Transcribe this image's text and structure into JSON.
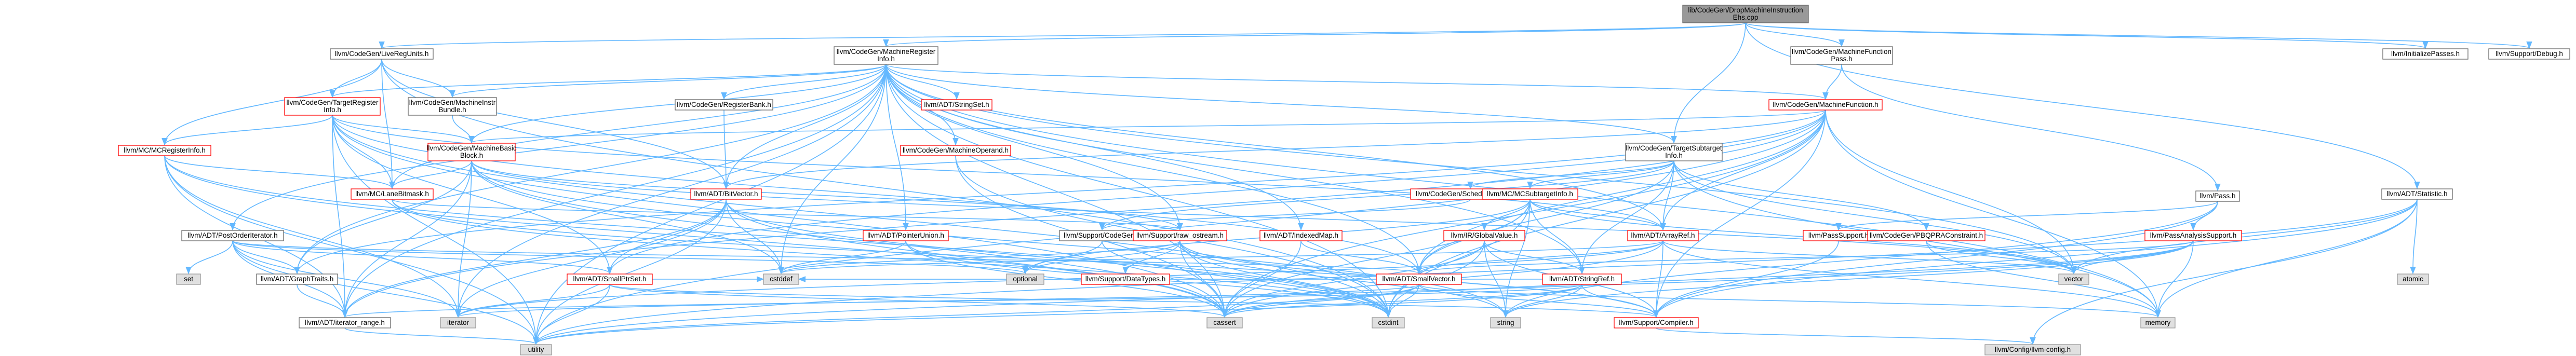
{
  "colors": {
    "root_fill": "#999999",
    "root_stroke": "#666666",
    "red_stroke": "#ff0000",
    "black_stroke": "#666666",
    "gray_fill": "#e0e0e0",
    "gray_stroke": "#999999",
    "node_fill": "#ffffff",
    "edge": "#63b8ff",
    "edge_gray": "#9fb6cd",
    "arrow": "#63b8ff"
  },
  "graph": {
    "nodes": [
      {
        "id": "root",
        "lines": [
          "lib/CodeGen/DropMachineInstruction",
          "Ehs.cpp"
        ],
        "style": "root"
      },
      {
        "id": "liveregunits",
        "lines": [
          "llvm/CodeGen/LiveRegUnits.h"
        ],
        "style": "black"
      },
      {
        "id": "machinereginfo",
        "lines": [
          "llvm/CodeGen/MachineRegister",
          "Info.h"
        ],
        "style": "black"
      },
      {
        "id": "machinefunctionpass",
        "lines": [
          "llvm/CodeGen/MachineFunction",
          "Pass.h"
        ],
        "style": "black"
      },
      {
        "id": "initializepasses",
        "lines": [
          "llvm/InitializePasses.h"
        ],
        "style": "black"
      },
      {
        "id": "debug",
        "lines": [
          "llvm/Support/Debug.h"
        ],
        "style": "black"
      },
      {
        "id": "targetreginfo",
        "lines": [
          "llvm/CodeGen/TargetRegister",
          "Info.h"
        ],
        "style": "red"
      },
      {
        "id": "machineinstrbundle",
        "lines": [
          "llvm/CodeGen/MachineInstr",
          "Bundle.h"
        ],
        "style": "black"
      },
      {
        "id": "registerbank",
        "lines": [
          "llvm/CodeGen/RegisterBank.h"
        ],
        "style": "black"
      },
      {
        "id": "stringset",
        "lines": [
          "llvm/ADT/StringSet.h"
        ],
        "style": "red"
      },
      {
        "id": "machinefunction",
        "lines": [
          "llvm/CodeGen/MachineFunction.h"
        ],
        "style": "red"
      },
      {
        "id": "statistic",
        "lines": [
          "llvm/ADT/Statistic.h"
        ],
        "style": "black"
      },
      {
        "id": "mcreginfo",
        "lines": [
          "llvm/MC/MCRegisterInfo.h"
        ],
        "style": "red"
      },
      {
        "id": "machinebasicblock",
        "lines": [
          "llvm/CodeGen/MachineBasic",
          "Block.h"
        ],
        "style": "red"
      },
      {
        "id": "machineoperand",
        "lines": [
          "llvm/CodeGen/MachineOperand.h"
        ],
        "style": "red"
      },
      {
        "id": "targetsubtarget",
        "lines": [
          "llvm/CodeGen/TargetSubtarget",
          "Info.h"
        ],
        "style": "black"
      },
      {
        "id": "pass",
        "lines": [
          "llvm/Pass.h"
        ],
        "style": "black"
      },
      {
        "id": "lanebitmask",
        "lines": [
          "llvm/MC/LaneBitmask.h"
        ],
        "style": "red"
      },
      {
        "id": "bitvector",
        "lines": [
          "llvm/ADT/BitVector.h"
        ],
        "style": "red"
      },
      {
        "id": "schedulerregistry",
        "lines": [
          "llvm/CodeGen/SchedulerRegistry.h"
        ],
        "style": "red"
      },
      {
        "id": "mcsubtargetinfo",
        "lines": [
          "llvm/MC/MCSubtargetInfo.h"
        ],
        "style": "red"
      },
      {
        "id": "postorderiterator",
        "lines": [
          "llvm/ADT/PostOrderIterator.h"
        ],
        "style": "black"
      },
      {
        "id": "supportcodegen",
        "lines": [
          "llvm/Support/CodeGen.h"
        ],
        "style": "black"
      },
      {
        "id": "pointerunion",
        "lines": [
          "llvm/ADT/PointerUnion.h"
        ],
        "style": "red"
      },
      {
        "id": "rawostream",
        "lines": [
          "llvm/Support/raw_ostream.h"
        ],
        "style": "red"
      },
      {
        "id": "indexedmap",
        "lines": [
          "llvm/ADT/IndexedMap.h"
        ],
        "style": "red"
      },
      {
        "id": "globalvalue",
        "lines": [
          "llvm/IR/GlobalValue.h"
        ],
        "style": "red"
      },
      {
        "id": "arrayref",
        "lines": [
          "llvm/ADT/ArrayRef.h"
        ],
        "style": "red"
      },
      {
        "id": "passsupport",
        "lines": [
          "llvm/PassSupport.h"
        ],
        "style": "red"
      },
      {
        "id": "pbqpraconstraint",
        "lines": [
          "llvm/CodeGen/PBQPRAConstraint.h"
        ],
        "style": "red"
      },
      {
        "id": "passanalysissupport",
        "lines": [
          "llvm/PassAnalysisSupport.h"
        ],
        "style": "red"
      },
      {
        "id": "set",
        "lines": [
          "set"
        ],
        "style": "gray"
      },
      {
        "id": "graphtraits",
        "lines": [
          "llvm/ADT/GraphTraits.h"
        ],
        "style": "black"
      },
      {
        "id": "smallptrset",
        "lines": [
          "llvm/ADT/SmallPtrSet.h"
        ],
        "style": "red"
      },
      {
        "id": "cstddef",
        "lines": [
          "cstddef"
        ],
        "style": "gray"
      },
      {
        "id": "optional",
        "lines": [
          "optional"
        ],
        "style": "gray"
      },
      {
        "id": "datatypes",
        "lines": [
          "llvm/Support/DataTypes.h"
        ],
        "style": "red"
      },
      {
        "id": "smallvector",
        "lines": [
          "llvm/ADT/SmallVector.h"
        ],
        "style": "red"
      },
      {
        "id": "stringref",
        "lines": [
          "llvm/ADT/StringRef.h"
        ],
        "style": "red"
      },
      {
        "id": "vector",
        "lines": [
          "vector"
        ],
        "style": "gray"
      },
      {
        "id": "atomic",
        "lines": [
          "atomic"
        ],
        "style": "gray"
      },
      {
        "id": "iteratorrange",
        "lines": [
          "llvm/ADT/iterator_range.h"
        ],
        "style": "black"
      },
      {
        "id": "iterator",
        "lines": [
          "iterator"
        ],
        "style": "gray"
      },
      {
        "id": "cassert",
        "lines": [
          "cassert"
        ],
        "style": "gray"
      },
      {
        "id": "cstdint",
        "lines": [
          "cstdint"
        ],
        "style": "gray"
      },
      {
        "id": "string",
        "lines": [
          "string"
        ],
        "style": "gray"
      },
      {
        "id": "compiler",
        "lines": [
          "llvm/Support/Compiler.h"
        ],
        "style": "red"
      },
      {
        "id": "memory",
        "lines": [
          "memory"
        ],
        "style": "gray"
      },
      {
        "id": "utility",
        "lines": [
          "utility"
        ],
        "style": "gray"
      },
      {
        "id": "llvmconfig",
        "lines": [
          "llvm/Config/llvm-config.h"
        ],
        "style": "gray"
      }
    ],
    "edges": [
      [
        "root",
        "liveregunits"
      ],
      [
        "root",
        "machinereginfo"
      ],
      [
        "root",
        "machinefunctionpass"
      ],
      [
        "root",
        "initializepasses"
      ],
      [
        "root",
        "debug"
      ],
      [
        "root",
        "statistic"
      ],
      [
        "root",
        "targetsubtarget"
      ],
      [
        "liveregunits",
        "targetreginfo"
      ],
      [
        "liveregunits",
        "machineinstrbundle"
      ],
      [
        "liveregunits",
        "lanebitmask"
      ],
      [
        "liveregunits",
        "mcreginfo"
      ],
      [
        "liveregunits",
        "cstdint"
      ],
      [
        "liveregunits",
        "bitvector"
      ],
      [
        "machinereginfo",
        "targetreginfo"
      ],
      [
        "machinereginfo",
        "machineinstrbundle"
      ],
      [
        "machinereginfo",
        "registerbank"
      ],
      [
        "machinereginfo",
        "stringset"
      ],
      [
        "machinereginfo",
        "machinefunction"
      ],
      [
        "machinereginfo",
        "machinebasicblock"
      ],
      [
        "machinereginfo",
        "machineoperand"
      ],
      [
        "machinereginfo",
        "targetsubtarget"
      ],
      [
        "machinereginfo",
        "lanebitmask"
      ],
      [
        "machinereginfo",
        "bitvector"
      ],
      [
        "machinereginfo",
        "pointerunion"
      ],
      [
        "machinereginfo",
        "rawostream"
      ],
      [
        "machinereginfo",
        "indexedmap"
      ],
      [
        "machinereginfo",
        "arrayref"
      ],
      [
        "machinereginfo",
        "smallvector"
      ],
      [
        "machinereginfo",
        "stringref"
      ],
      [
        "machinereginfo",
        "iteratorrange"
      ],
      [
        "machinereginfo",
        "iterator"
      ],
      [
        "machinereginfo",
        "cassert"
      ],
      [
        "machinereginfo",
        "cstddef"
      ],
      [
        "machinereginfo",
        "cstdint"
      ],
      [
        "machinereginfo",
        "memory"
      ],
      [
        "machinereginfo",
        "utility"
      ],
      [
        "machinereginfo",
        "vector"
      ],
      [
        "machinereginfo",
        "postorderiterator"
      ],
      [
        "machinereginfo",
        "graphtraits"
      ],
      [
        "machinefunctionpass",
        "machinefunction"
      ],
      [
        "machinefunctionpass",
        "pass"
      ],
      [
        "statistic",
        "compiler"
      ],
      [
        "statistic",
        "atomic"
      ],
      [
        "statistic",
        "memory"
      ],
      [
        "statistic",
        "vector"
      ],
      [
        "statistic",
        "utility"
      ],
      [
        "statistic",
        "llvmconfig"
      ],
      [
        "targetreginfo",
        "mcreginfo"
      ],
      [
        "targetreginfo",
        "lanebitmask"
      ],
      [
        "targetreginfo",
        "machinebasicblock"
      ],
      [
        "targetreginfo",
        "arrayref"
      ],
      [
        "targetreginfo",
        "smallvector"
      ],
      [
        "targetreginfo",
        "iteratorrange"
      ],
      [
        "targetreginfo",
        "cassert"
      ],
      [
        "targetreginfo",
        "cstdint"
      ],
      [
        "targetreginfo",
        "utility"
      ],
      [
        "targetreginfo",
        "smallptrset"
      ],
      [
        "machineinstrbundle",
        "machinebasicblock"
      ],
      [
        "registerbank",
        "bitvector"
      ],
      [
        "machinefunction",
        "machinebasicblock"
      ],
      [
        "machinefunction",
        "arrayref"
      ],
      [
        "machinefunction",
        "smallvector"
      ],
      [
        "machinefunction",
        "bitvector"
      ],
      [
        "machinefunction",
        "graphtraits"
      ],
      [
        "machinefunction",
        "cassert"
      ],
      [
        "machinefunction",
        "cstdint"
      ],
      [
        "machinefunction",
        "memory"
      ],
      [
        "machinefunction",
        "utility"
      ],
      [
        "machinefunction",
        "vector"
      ],
      [
        "machinefunction",
        "iteratorrange"
      ],
      [
        "machinefunction",
        "smallptrset"
      ],
      [
        "machinefunction",
        "compiler"
      ],
      [
        "mcreginfo",
        "lanebitmask"
      ],
      [
        "mcreginfo",
        "iteratorrange"
      ],
      [
        "mcreginfo",
        "cassert"
      ],
      [
        "mcreginfo",
        "cstdint"
      ],
      [
        "mcreginfo",
        "utility"
      ],
      [
        "mcreginfo",
        "iterator"
      ],
      [
        "machinebasicblock",
        "graphtraits"
      ],
      [
        "machinebasicblock",
        "iteratorrange"
      ],
      [
        "machinebasicblock",
        "lanebitmask"
      ],
      [
        "machinebasicblock",
        "rawostream"
      ],
      [
        "machinebasicblock",
        "cassert"
      ],
      [
        "machinebasicblock",
        "cstddef"
      ],
      [
        "machinebasicblock",
        "iterator"
      ],
      [
        "machinebasicblock",
        "string"
      ],
      [
        "machinebasicblock",
        "vector"
      ],
      [
        "machineoperand",
        "cassert"
      ],
      [
        "machineoperand",
        "cstdint"
      ],
      [
        "targetsubtarget",
        "arrayref"
      ],
      [
        "targetsubtarget",
        "smallvector"
      ],
      [
        "targetsubtarget",
        "schedulerregistry"
      ],
      [
        "targetsubtarget",
        "supportcodegen"
      ],
      [
        "targetsubtarget",
        "mcsubtargetinfo"
      ],
      [
        "targetsubtarget",
        "pbqpraconstraint"
      ],
      [
        "targetsubtarget",
        "memory"
      ],
      [
        "targetsubtarget",
        "vector"
      ],
      [
        "targetsubtarget",
        "stringref"
      ],
      [
        "pass",
        "passsupport"
      ],
      [
        "pass",
        "passanalysissupport"
      ],
      [
        "pass",
        "string"
      ],
      [
        "pass",
        "compiler"
      ],
      [
        "lanebitmask",
        "compiler"
      ],
      [
        "lanebitmask",
        "rawostream"
      ],
      [
        "lanebitmask",
        "cstdint"
      ],
      [
        "bitvector",
        "iteratorrange"
      ],
      [
        "bitvector",
        "cassert"
      ],
      [
        "bitvector",
        "cstddef"
      ],
      [
        "bitvector",
        "cstdint"
      ],
      [
        "bitvector",
        "utility"
      ],
      [
        "bitvector",
        "smallptrset"
      ],
      [
        "bitvector",
        "iterator"
      ],
      [
        "schedulerregistry",
        "supportcodegen"
      ],
      [
        "mcsubtargetinfo",
        "arrayref"
      ],
      [
        "mcsubtargetinfo",
        "stringref"
      ],
      [
        "mcsubtargetinfo",
        "smallvector"
      ],
      [
        "mcsubtargetinfo",
        "cassert"
      ],
      [
        "mcsubtargetinfo",
        "cstdint"
      ],
      [
        "mcsubtargetinfo",
        "optional"
      ],
      [
        "mcsubtargetinfo",
        "string"
      ],
      [
        "mcsubtargetinfo",
        "vector"
      ],
      [
        "mcsubtargetinfo",
        "globalvalue"
      ],
      [
        "postorderiterator",
        "graphtraits"
      ],
      [
        "postorderiterator",
        "iteratorrange"
      ],
      [
        "postorderiterator",
        "set"
      ],
      [
        "postorderiterator",
        "smallptrset"
      ],
      [
        "postorderiterator",
        "smallvector"
      ],
      [
        "postorderiterator",
        "iterator"
      ],
      [
        "postorderiterator",
        "optional"
      ],
      [
        "postorderiterator",
        "utility"
      ],
      [
        "supportcodegen",
        "cstdint"
      ],
      [
        "supportcodegen",
        "optional"
      ],
      [
        "pointerunion",
        "cassert"
      ],
      [
        "pointerunion",
        "cstddef"
      ],
      [
        "pointerunion",
        "cstdint"
      ],
      [
        "rawostream",
        "compiler"
      ],
      [
        "rawostream",
        "datatypes"
      ],
      [
        "rawostream",
        "cassert"
      ],
      [
        "rawostream",
        "cstddef"
      ],
      [
        "rawostream",
        "cstdint"
      ],
      [
        "rawostream",
        "string"
      ],
      [
        "rawostream",
        "optional"
      ],
      [
        "indexedmap",
        "smallvector"
      ],
      [
        "indexedmap",
        "cassert"
      ],
      [
        "globalvalue",
        "stringref"
      ],
      [
        "globalvalue",
        "compiler"
      ],
      [
        "globalvalue",
        "cassert"
      ],
      [
        "globalvalue",
        "cstdint"
      ],
      [
        "globalvalue",
        "string"
      ],
      [
        "arrayref",
        "compiler"
      ],
      [
        "arrayref",
        "smallvector"
      ],
      [
        "arrayref",
        "cassert"
      ],
      [
        "arrayref",
        "cstddef"
      ],
      [
        "arrayref",
        "iterator"
      ],
      [
        "arrayref",
        "memory"
      ],
      [
        "arrayref",
        "vector"
      ],
      [
        "passsupport",
        "compiler"
      ],
      [
        "pbqpraconstraint",
        "memory"
      ],
      [
        "pbqpraconstraint",
        "vector"
      ],
      [
        "passanalysissupport",
        "smallvector"
      ],
      [
        "passanalysissupport",
        "cassert"
      ],
      [
        "passanalysissupport",
        "memory"
      ],
      [
        "passanalysissupport",
        "utility"
      ],
      [
        "passanalysissupport",
        "vector"
      ],
      [
        "passanalysissupport",
        "string"
      ],
      [
        "graphtraits",
        "iteratorrange"
      ],
      [
        "smallptrset",
        "compiler"
      ],
      [
        "smallptrset",
        "iterator"
      ],
      [
        "smallptrset",
        "utility"
      ],
      [
        "smallptrset",
        "cassert"
      ],
      [
        "smallptrset",
        "cstddef"
      ],
      [
        "smallvector",
        "compiler"
      ],
      [
        "smallvector",
        "cassert"
      ],
      [
        "smallvector",
        "cstddef"
      ],
      [
        "smallvector",
        "iterator"
      ],
      [
        "smallvector",
        "memory"
      ],
      [
        "smallvector",
        "utility"
      ],
      [
        "smallvector",
        "cstdint"
      ],
      [
        "stringref",
        "compiler"
      ],
      [
        "stringref",
        "iteratorrange"
      ],
      [
        "stringref",
        "cassert"
      ],
      [
        "stringref",
        "cstddef"
      ],
      [
        "stringref",
        "string"
      ],
      [
        "stringref",
        "utility"
      ],
      [
        "iteratorrange",
        "utility"
      ],
      [
        "compiler",
        "llvmconfig"
      ]
    ]
  }
}
